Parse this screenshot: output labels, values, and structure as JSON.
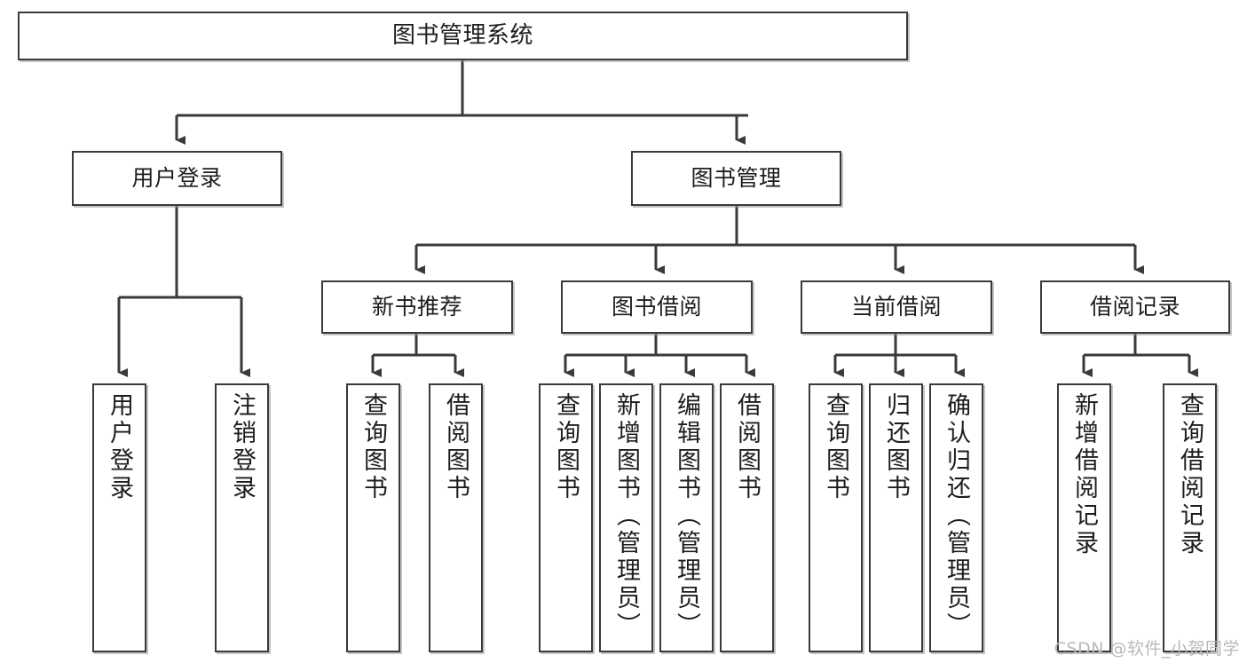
{
  "diagram": {
    "title": "图书管理系统",
    "type": "tree-hierarchy-chart",
    "style": {
      "box_border_color": "#3a3a3a",
      "box_fill_color": "#ffffff",
      "connector_color": "#3a3a3a",
      "text_color": "#1d1d1d",
      "watermark_color": "#b9b9b9"
    },
    "root": {
      "label": "图书管理系统"
    },
    "level2": [
      {
        "label": "用户登录"
      },
      {
        "label": "图书管理"
      }
    ],
    "level3": [
      {
        "label": "新书推荐"
      },
      {
        "label": "图书借阅"
      },
      {
        "label": "当前借阅"
      },
      {
        "label": "借阅记录"
      }
    ],
    "leaves": {
      "user_login": [
        {
          "label": "用户登录"
        },
        {
          "label": "注销登录"
        }
      ],
      "new_book_recommend": [
        {
          "label": "查询图书"
        },
        {
          "label": "借阅图书"
        }
      ],
      "book_borrow": [
        {
          "label": "查询图书"
        },
        {
          "label": "新增图书（管理员）"
        },
        {
          "label": "编辑图书（管理员）"
        },
        {
          "label": "借阅图书"
        }
      ],
      "current_borrow": [
        {
          "label": "查询图书"
        },
        {
          "label": "归还图书"
        },
        {
          "label": "确认归还（管理员）"
        }
      ],
      "borrow_record": [
        {
          "label": "新增借阅记录"
        },
        {
          "label": "查询借阅记录"
        }
      ]
    }
  },
  "watermark": {
    "text": "CSDN @软件_小贺同学"
  }
}
